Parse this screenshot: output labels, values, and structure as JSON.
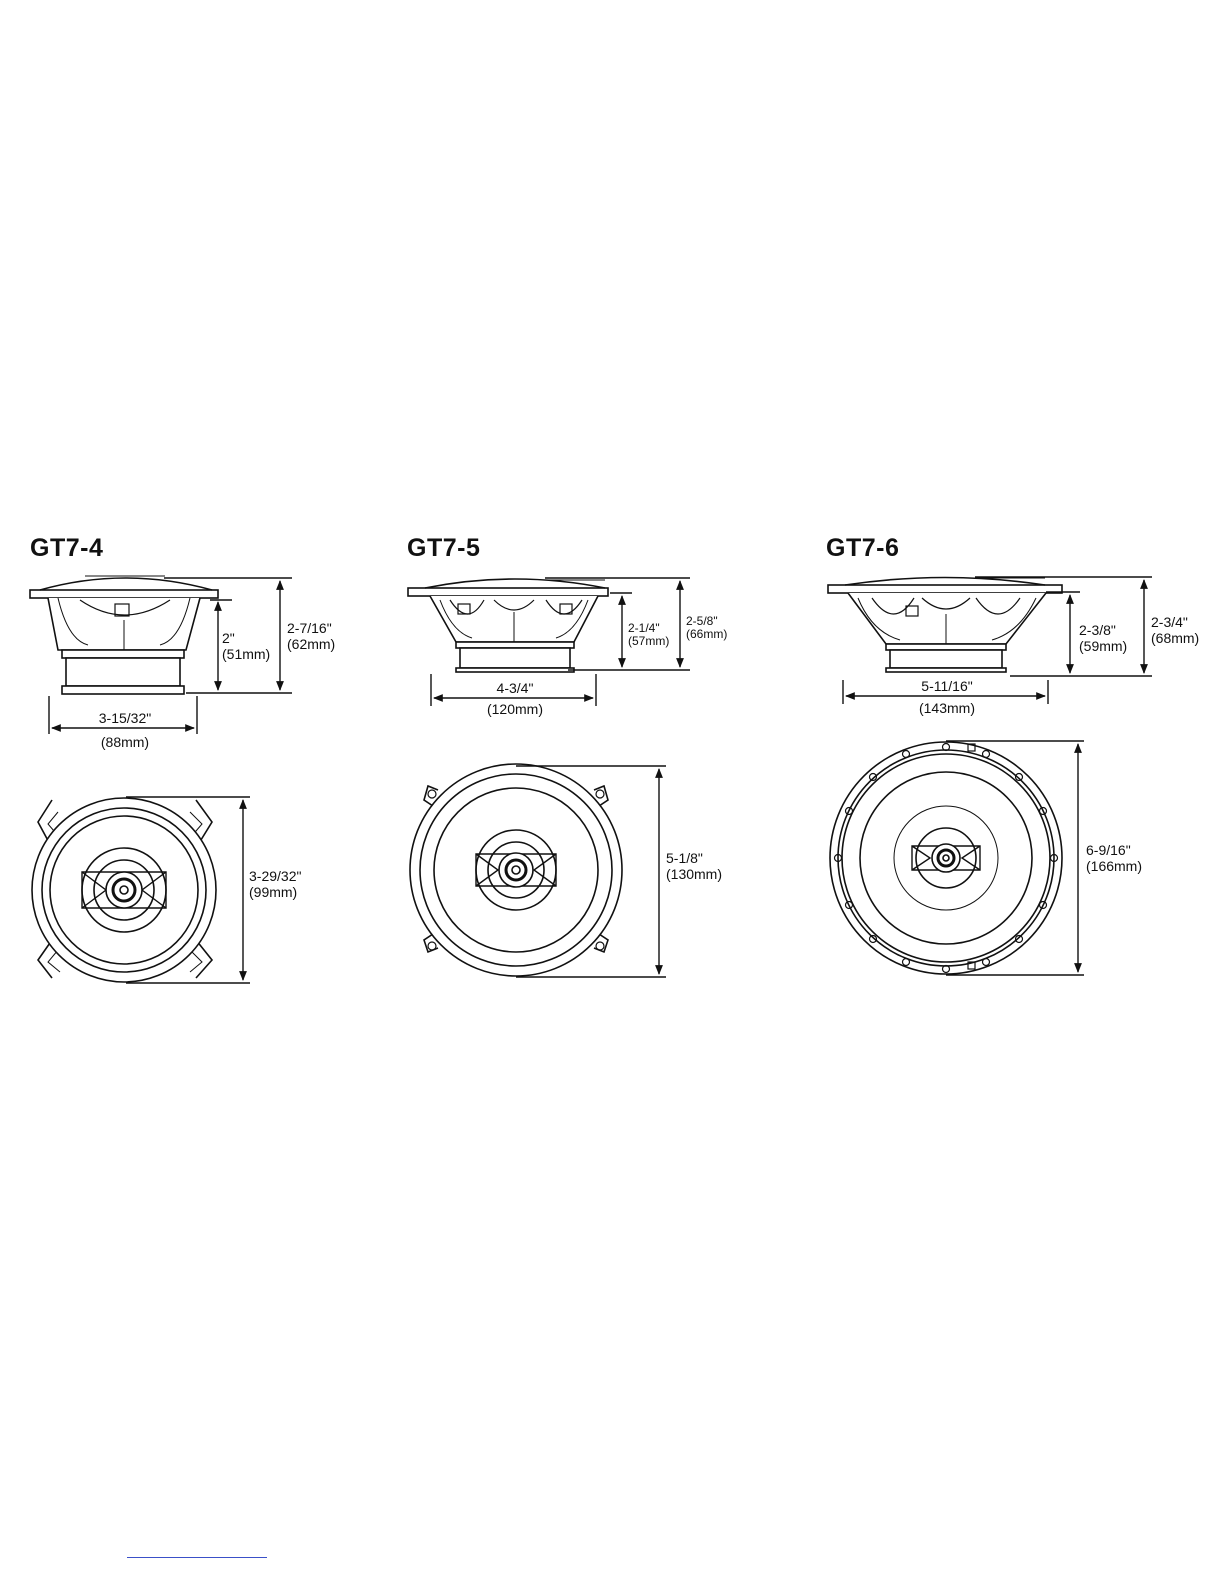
{
  "models": [
    {
      "title": "GT7-4",
      "side_dims": {
        "mount_depth": {
          "imperial": "2\"",
          "metric": "(51mm)"
        },
        "total_depth": {
          "imperial": "2-7/16\"",
          "metric": "(62mm)"
        },
        "width": {
          "imperial": "3-15/32\"",
          "metric": "(88mm)"
        }
      },
      "front_dims": {
        "height": {
          "imperial": "3-29/32\"",
          "metric": "(99mm)"
        }
      }
    },
    {
      "title": "GT7-5",
      "side_dims": {
        "mount_depth": {
          "imperial": "2-1/4\"",
          "metric": "(57mm)"
        },
        "total_depth": {
          "imperial": "2-5/8\"",
          "metric": "(66mm)"
        },
        "width": {
          "imperial": "4-3/4\"",
          "metric": "(120mm)"
        }
      },
      "front_dims": {
        "height": {
          "imperial": "5-1/8\"",
          "metric": "(130mm)"
        }
      }
    },
    {
      "title": "GT7-6",
      "side_dims": {
        "mount_depth": {
          "imperial": "2-3/8\"",
          "metric": "(59mm)"
        },
        "total_depth": {
          "imperial": "2-3/4\"",
          "metric": "(68mm)"
        },
        "width": {
          "imperial": "5-11/16\"",
          "metric": "(143mm)"
        }
      },
      "front_dims": {
        "height": {
          "imperial": "6-9/16\"",
          "metric": "(166mm)"
        }
      }
    }
  ],
  "colors": {
    "line": "#111111",
    "rule": "#3a50c8"
  }
}
